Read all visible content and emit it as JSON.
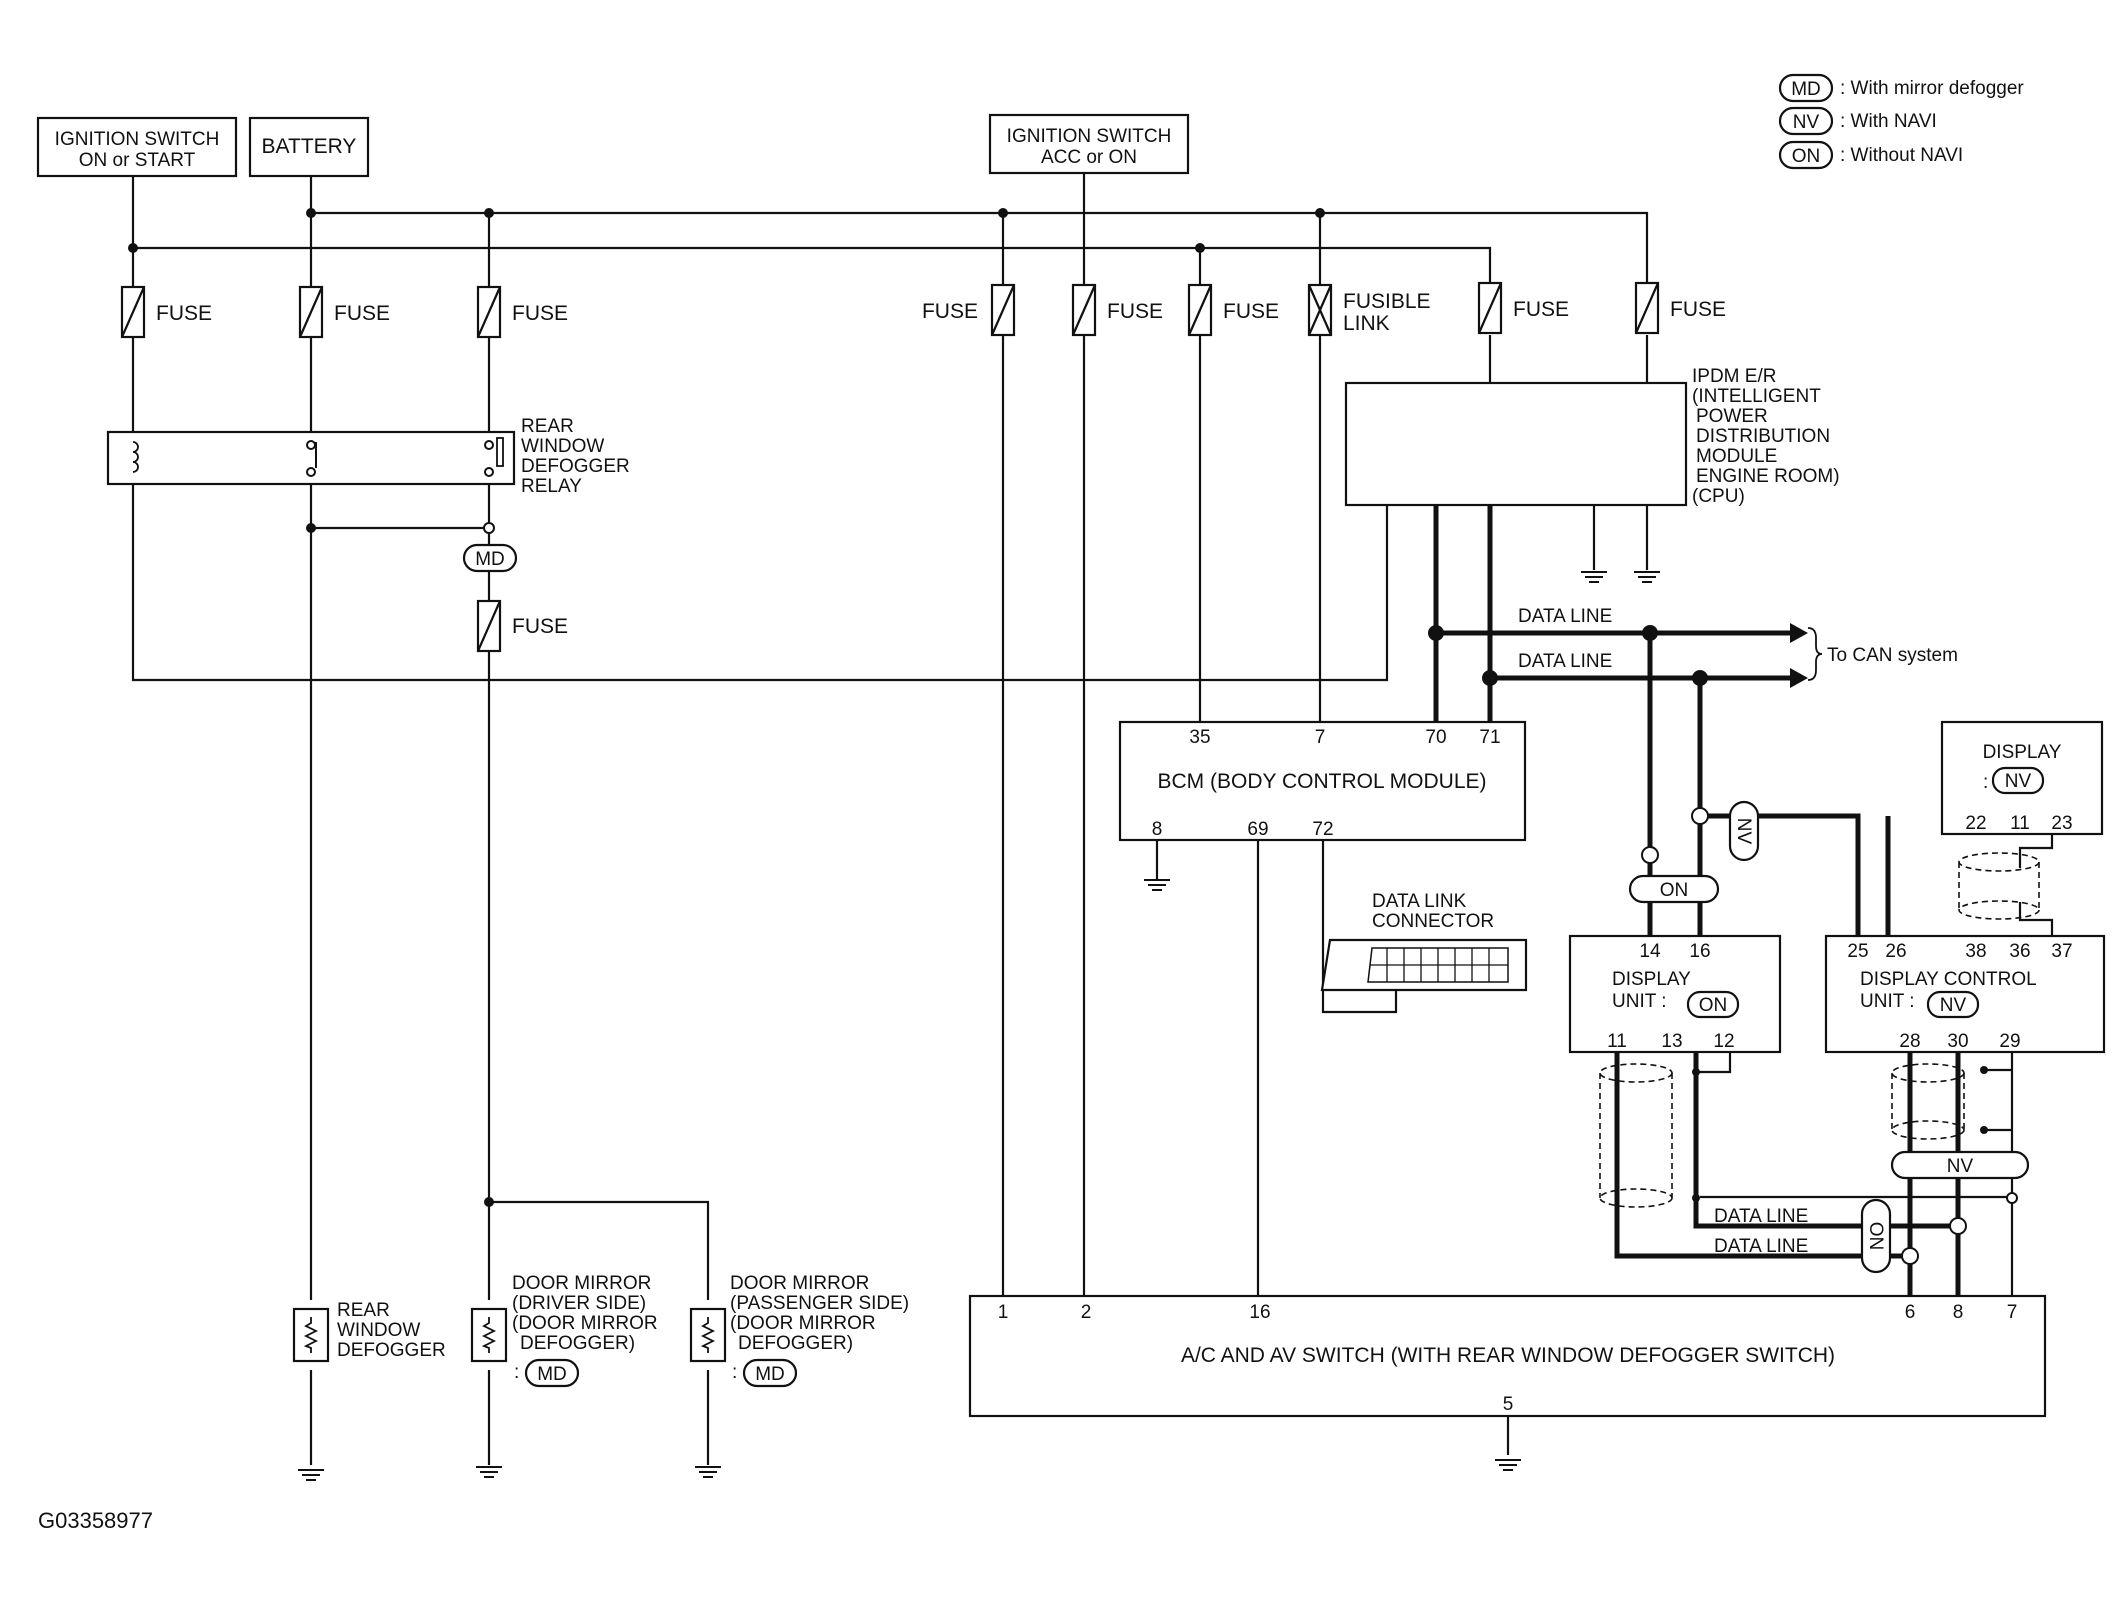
{
  "legend": [
    {
      "code": "MD",
      "text": ": With mirror defogger"
    },
    {
      "code": "NV",
      "text": ": With NAVI"
    },
    {
      "code": "ON",
      "text": ": Without NAVI"
    }
  ],
  "sources": {
    "ign_on_start": [
      "IGNITION SWITCH",
      "ON or START"
    ],
    "battery": "BATTERY",
    "ign_acc_on": [
      "IGNITION SWITCH",
      "ACC or ON"
    ]
  },
  "fuse_label": "FUSE",
  "fusible_link": [
    "FUSIBLE",
    "LINK"
  ],
  "relay_label": [
    "REAR",
    "WINDOW",
    "DEFOGGER",
    "RELAY"
  ],
  "option_codes": {
    "md": "MD",
    "nv": "NV",
    "on": "ON"
  },
  "ipdm_label": [
    "IPDM E/R",
    "(INTELLIGENT",
    "POWER",
    "DISTRIBUTION",
    "MODULE",
    "ENGINE ROOM)",
    "(CPU)"
  ],
  "data_line": "DATA LINE",
  "to_can": "To CAN system",
  "bcm": {
    "label": "BCM (BODY CONTROL MODULE)",
    "pins_top": [
      "35",
      "7",
      "70",
      "71"
    ],
    "pins_bottom": [
      "8",
      "69",
      "72"
    ]
  },
  "dlc_label": [
    "DATA LINK",
    "CONNECTOR"
  ],
  "display_nv": {
    "label": "DISPLAY",
    "suffix": ":",
    "pins": [
      "22",
      "11",
      "23"
    ]
  },
  "display_unit": {
    "label": [
      "DISPLAY",
      "UNIT :"
    ],
    "pins_top": [
      "14",
      "16"
    ],
    "pins_bottom": [
      "11",
      "13",
      "12"
    ]
  },
  "display_control": {
    "label": [
      "DISPLAY CONTROL",
      "UNIT :"
    ],
    "pins_top": [
      "25",
      "26",
      "38",
      "36",
      "37"
    ],
    "pins_bottom": [
      "28",
      "30",
      "29"
    ]
  },
  "loads": {
    "rear_defogger": [
      "REAR",
      "WINDOW",
      "DEFOGGER"
    ],
    "mirror_driver": [
      "DOOR MIRROR",
      "(DRIVER SIDE)",
      "(DOOR MIRROR",
      "DEFOGGER)"
    ],
    "mirror_passenger": [
      "DOOR MIRROR",
      "(PASSENGER SIDE)",
      "(DOOR MIRROR",
      "DEFOGGER)"
    ],
    "md_prefix": ":"
  },
  "ac_switch": {
    "label": "A/C AND AV SWITCH (WITH REAR WINDOW DEFOGGER SWITCH)",
    "pins_top": [
      "1",
      "2",
      "16",
      "6",
      "8",
      "7"
    ],
    "pin_bottom": "5"
  },
  "diagram_id": "G03358977"
}
